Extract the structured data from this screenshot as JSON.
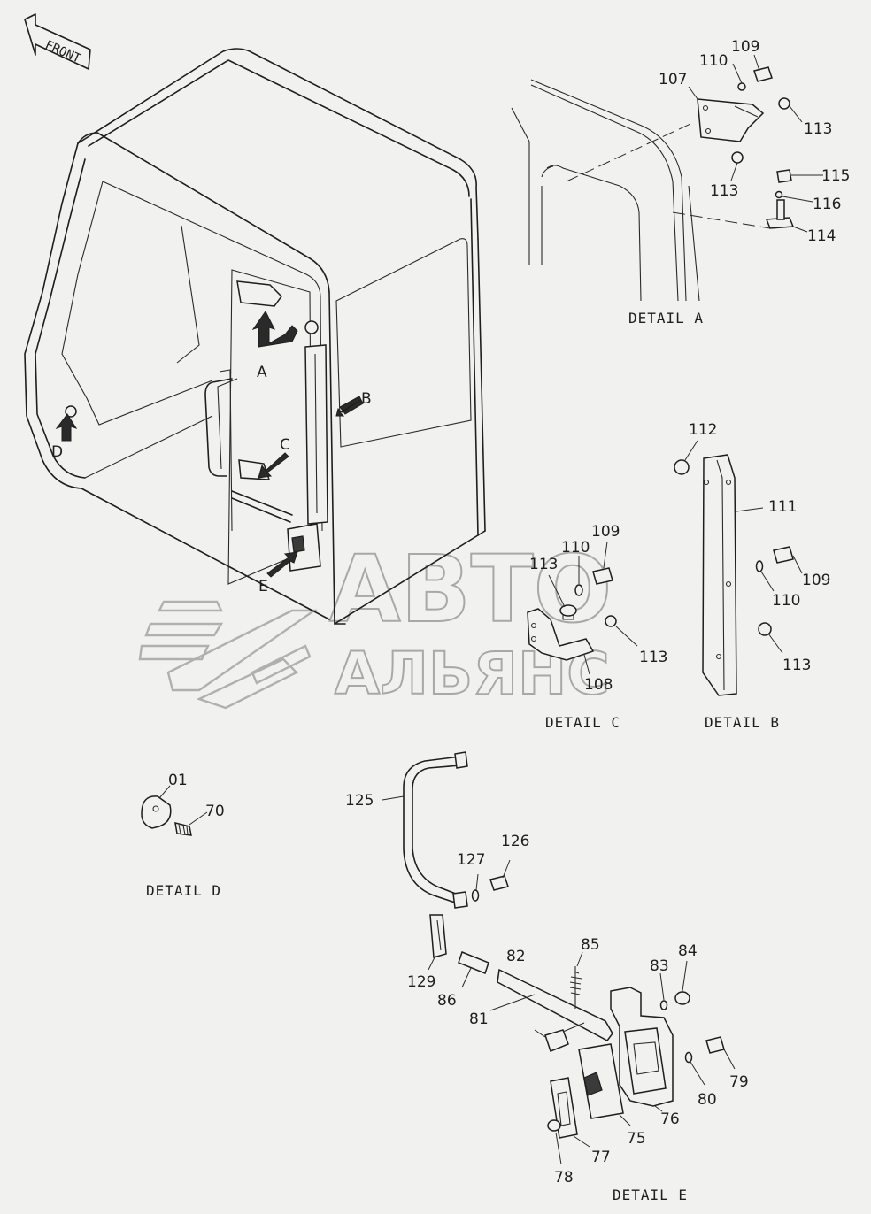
{
  "front_label": "FRONT",
  "view_labels": {
    "A": "A",
    "B": "B",
    "C": "C",
    "D": "D",
    "E": "E"
  },
  "detail_titles": {
    "a": "DETAIL A",
    "b": "DETAIL B",
    "c": "DETAIL C",
    "d": "DETAIL D",
    "e": "DETAIL E"
  },
  "detail_a_parts": [
    "109",
    "110",
    "107",
    "113",
    "113",
    "115",
    "116",
    "114"
  ],
  "detail_b_parts": [
    "112",
    "111",
    "109",
    "110",
    "113"
  ],
  "detail_c_parts": [
    "109",
    "110",
    "113",
    "113",
    "108"
  ],
  "detail_d_parts": [
    "01",
    "70"
  ],
  "detail_e_parts": [
    "125",
    "126",
    "127",
    "85",
    "84",
    "83",
    "129",
    "86",
    "81",
    "82",
    "79",
    "80",
    "76",
    "75",
    "77",
    "78"
  ],
  "watermark": {
    "line1": "АВТО",
    "line2": "АЛЬЯНС"
  }
}
